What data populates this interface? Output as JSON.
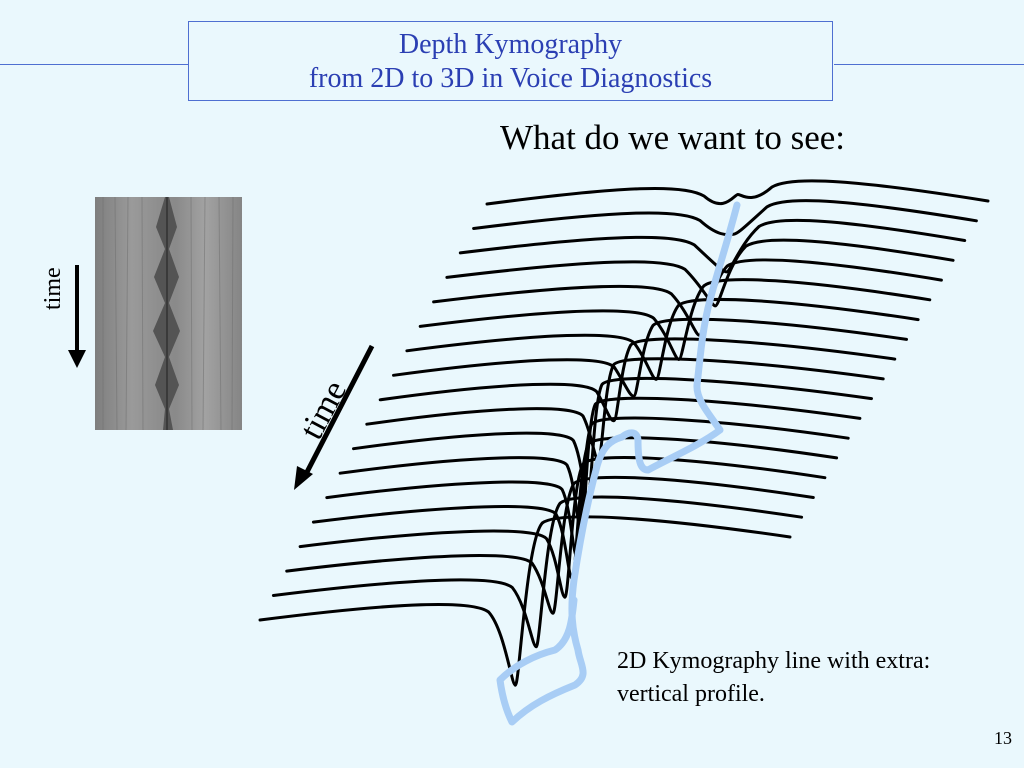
{
  "slide": {
    "title_line1": "Depth Kymography",
    "title_line2": "from 2D to 3D in Voice Diagnostics",
    "subtitle": "What do we want to see:",
    "time_label_small": "time",
    "time_label_big": "time",
    "caption_line1": "2D Kymography line with extra:",
    "caption_line2": "vertical profile.",
    "page_number": "13"
  },
  "colors": {
    "title": "#2b3fb3",
    "rule": "#4f6fd1",
    "background": "#eaf8fd",
    "profile_line": "#a8cdf5",
    "curve": "#000000"
  }
}
